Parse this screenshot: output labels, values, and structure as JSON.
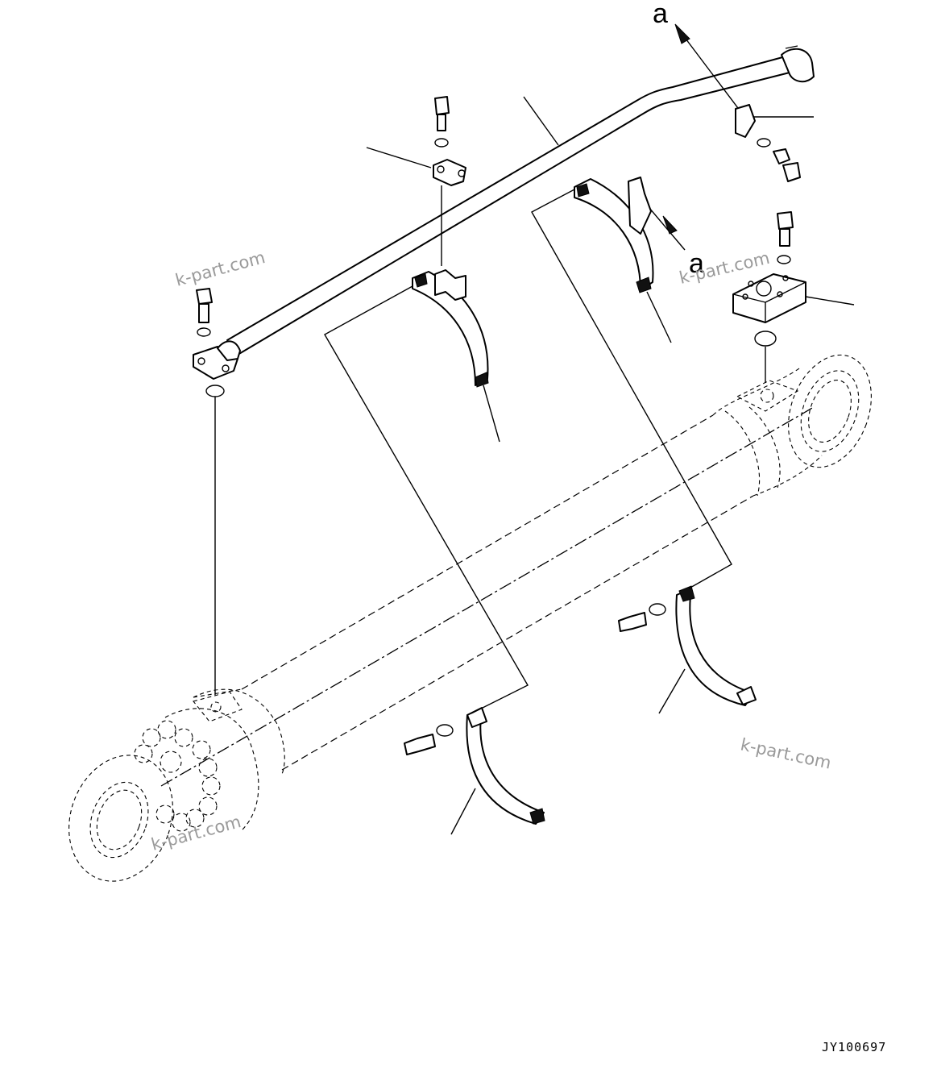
{
  "labels": {
    "view_arrow_top": "a",
    "view_arrow_mid": "a"
  },
  "watermarks": [
    "k-part.com",
    "k-part.com",
    "k-part.com",
    "k-part.com"
  ],
  "drawing_code": "JY100697"
}
